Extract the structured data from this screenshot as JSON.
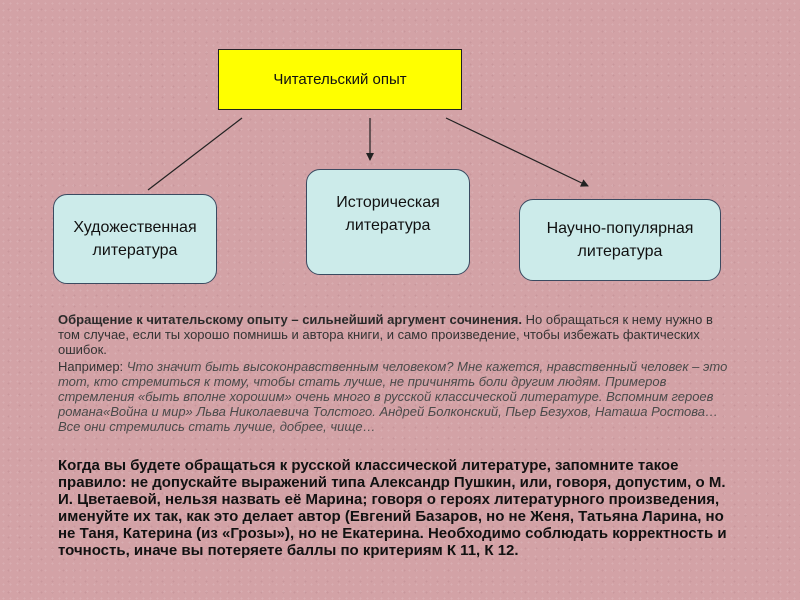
{
  "diagram": {
    "root": "Читательский опыт",
    "children": [
      {
        "line1": "Художественная",
        "line2": "литература"
      },
      {
        "line1": "Историческая",
        "line2": "литература"
      },
      {
        "line1": "Научно-популярная",
        "line2": "литература"
      }
    ]
  },
  "text": {
    "para1_bold": "Обращение к читательскому опыту – сильнейший аргумент сочинения.",
    "para1_rest": " Но обращаться к нему нужно в том случае, если ты хорошо помнишь и автора книги, и само произведение, чтобы избежать фактических  ошибок.",
    "para2_lead": "Например: ",
    "para2_italic": "Что значит быть высоконравственным человеком? Мне кажется, нравственный человек – это тот, кто стремиться к тому, чтобы стать лучше, не причинять боли другим людям. Примеров стремления «быть вполне хорошим» очень много в русской классической литературе. Вспомним героев романа«Война и мир»  Льва Николаевича Толстого. Андрей Болконский, Пьер Безухов, Наташа Ростова…Все они стремились стать лучше, добрее, чище…",
    "rule": "Когда вы будете обращаться  к русской классической литературе, запомните такое правило: не допускайте выражений типа Александр Пушкин, или, говоря, допустим, о М. И. Цветаевой, нельзя назвать её Марина; говоря о героях литературного произведения, именуйте их так, как это делает автор (Евгений Базаров, но не Женя, Татьяна Ларина, но не Таня, Катерина (из «Грозы»), но не Екатерина. Необходимо соблюдать корректность и точность, иначе вы потеряете баллы по критериям  К 11, К 12."
  }
}
